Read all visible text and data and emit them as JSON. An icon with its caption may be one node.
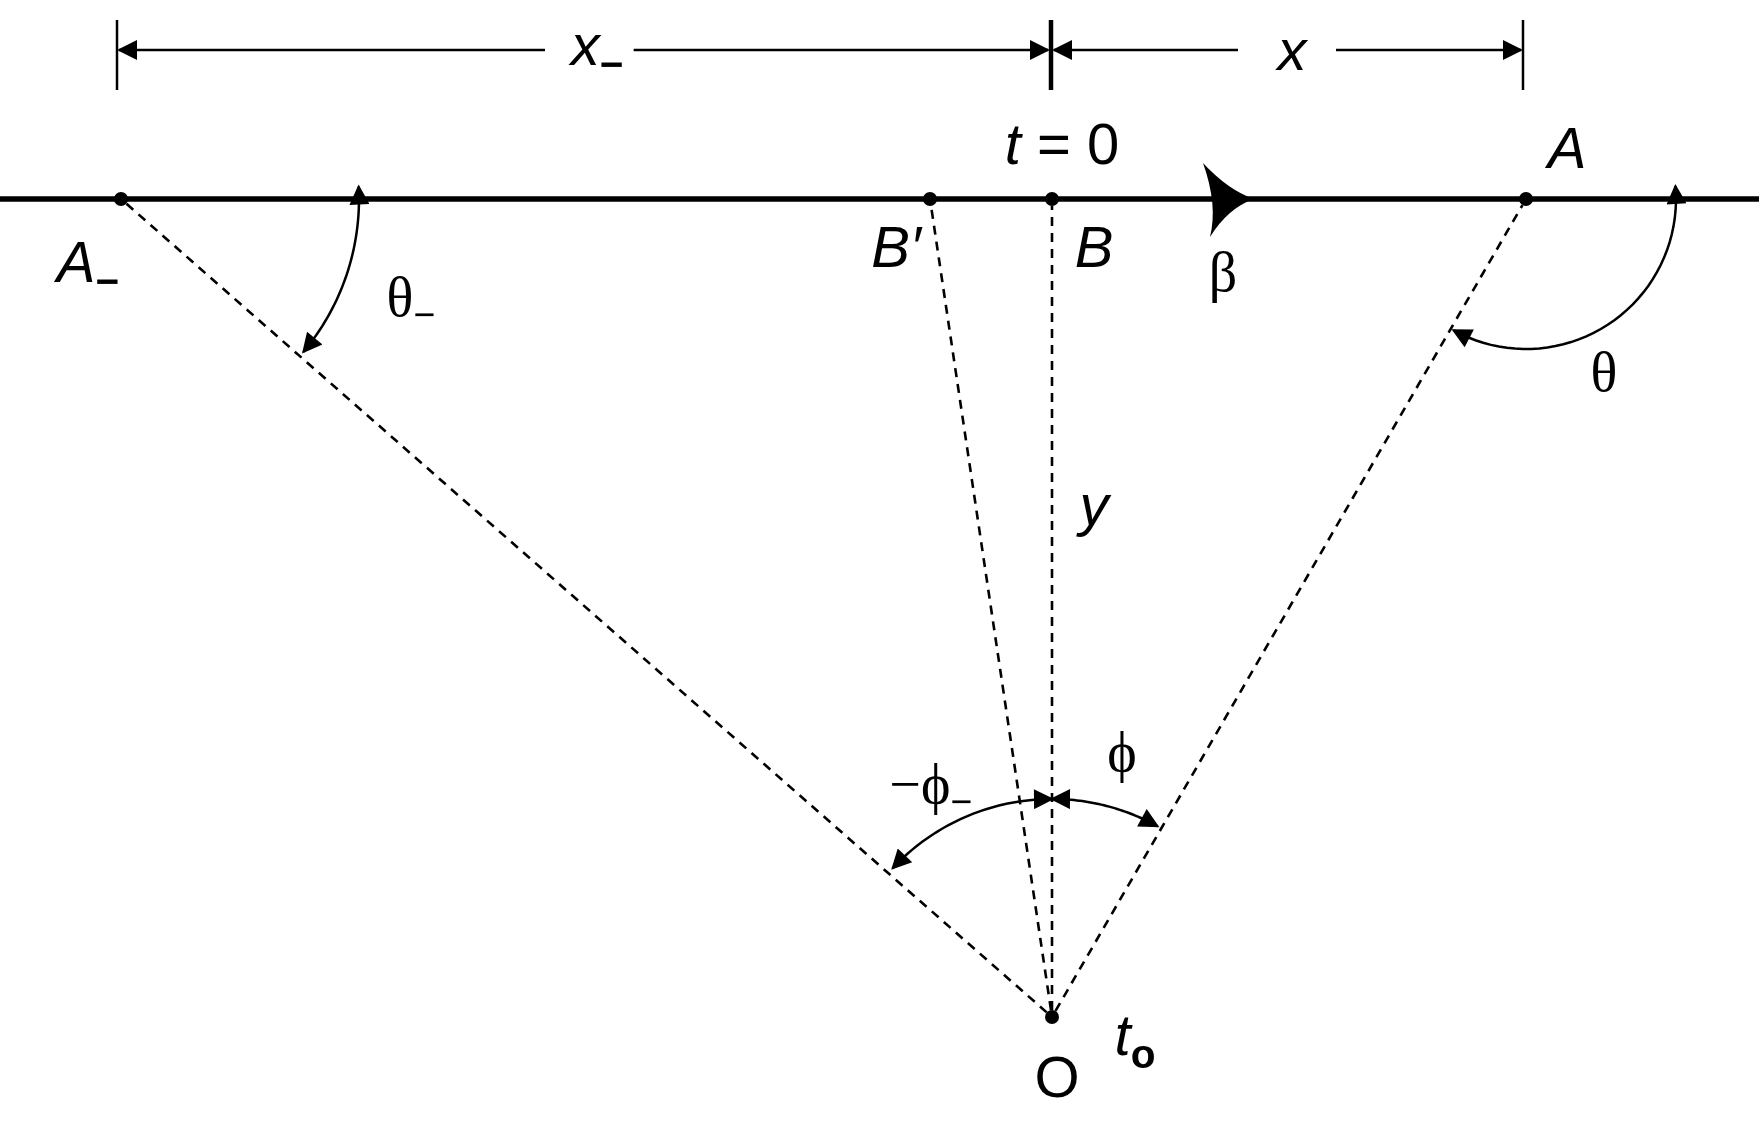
{
  "diagram": {
    "nodes": [
      {
        "text": [],
        "shape": "circle",
        "beside": [
          "A$_{−}$"
        ]
      },
      {
        "text": [],
        "shape": "circle",
        "beside": [
          "B′"
        ]
      },
      {
        "text": [],
        "shape": "circle",
        "beside": [
          "B",
          "*t* = 0"
        ]
      },
      {
        "text": [],
        "shape": "circle",
        "beside": [
          "A"
        ]
      },
      {
        "text": [],
        "shape": "circle",
        "beside": [
          "O",
          "*t*$_{o}$"
        ]
      }
    ],
    "edges": [
      {
        "from": 4,
        "to": 0,
        "arrow": "none",
        "style": "dashed"
      },
      {
        "from": 4,
        "to": 1,
        "arrow": "none",
        "style": "dashed"
      },
      {
        "from": 4,
        "to": 2,
        "arrow": "none",
        "style": "dashed"
      },
      {
        "from": 4,
        "to": 3,
        "arrow": "none",
        "style": "dashed"
      }
    ],
    "labels": [
      "*x*$_{−}$",
      "*x*",
      "β",
      "θ$_{−}$",
      "θ",
      "*y*",
      "ϕ",
      "−ϕ$_{−}$"
    ]
  }
}
